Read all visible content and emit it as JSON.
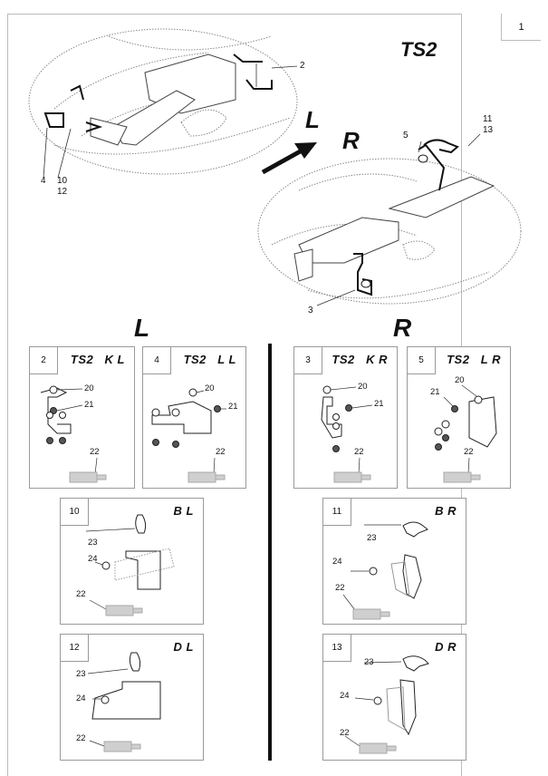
{
  "page": {
    "page_number": "1",
    "title": "TS2",
    "direction_labels": {
      "left": "L",
      "right": "R"
    }
  },
  "overview": {
    "left_mower_callouts": [
      "2",
      "4",
      "10",
      "12"
    ],
    "right_mower_callouts": [
      "3",
      "5",
      "11",
      "13"
    ],
    "arrow_icon": "arrow-up-right-icon"
  },
  "sections": {
    "left_heading": "L",
    "right_heading": "R"
  },
  "panels": [
    {
      "id": "2",
      "title": "TS2   K L",
      "parts": [
        "20",
        "21",
        "22"
      ]
    },
    {
      "id": "4",
      "title": "TS2   L L",
      "parts": [
        "20",
        "21",
        "22"
      ]
    },
    {
      "id": "3",
      "title": "TS2   K R",
      "parts": [
        "20",
        "21",
        "22"
      ]
    },
    {
      "id": "5",
      "title": "TS2   L R",
      "parts": [
        "20",
        "21",
        "22"
      ]
    },
    {
      "id": "10",
      "title": "B L",
      "parts": [
        "23",
        "24",
        "22"
      ]
    },
    {
      "id": "11",
      "title": "B R",
      "parts": [
        "23",
        "24",
        "22"
      ]
    },
    {
      "id": "12",
      "title": "D L",
      "parts": [
        "23",
        "24",
        "22"
      ]
    },
    {
      "id": "13",
      "title": "D R",
      "parts": [
        "23",
        "24",
        "22"
      ]
    }
  ]
}
